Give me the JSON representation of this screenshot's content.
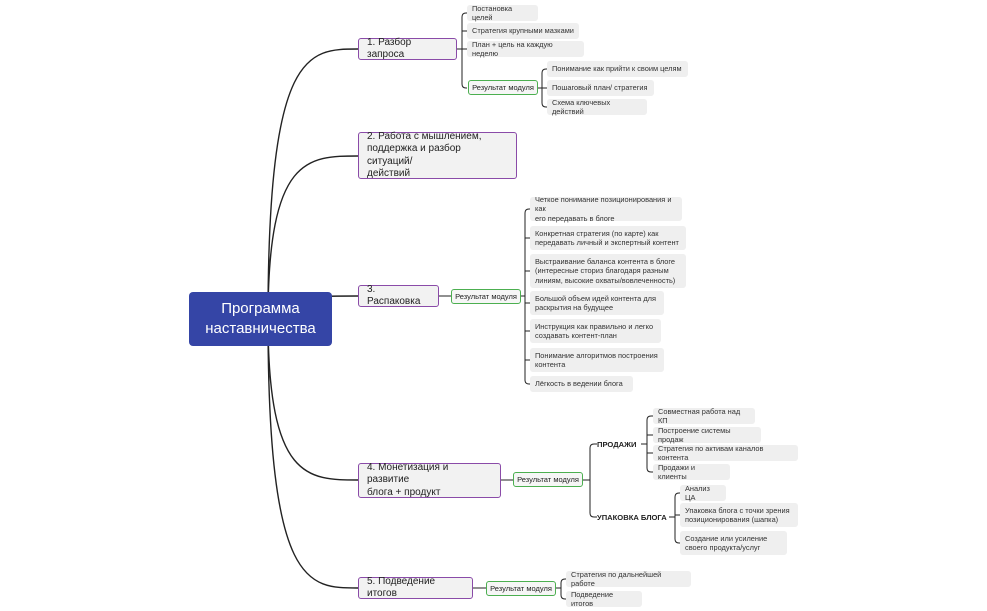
{
  "root": {
    "title": "Программа\nнаставничества"
  },
  "branches": [
    {
      "label": "1. Разбор запроса",
      "items": [
        "Постановка целей",
        "Стратегия крупными мазками",
        "План + цель на каждую неделю"
      ],
      "result": {
        "label": "Результат модуля",
        "items": [
          "Понимание как прийти к своим целям",
          "Пошаговый план/ стратегия",
          "Схема ключевых действий"
        ]
      }
    },
    {
      "label": "2. Работа с мышлением,\nподдержка и разбор ситуаций/\nдействий"
    },
    {
      "label": "3. Распаковка",
      "result": {
        "label": "Результат модуля",
        "items": [
          "Четкое понимание позиционирования и как\nего передавать в блоге",
          "Конкретная стратегия (по карте) как\nпередавать личный и экспертный контент",
          "Выстраивание баланса контента в блоге\n(интересные сториз благодаря разным\nлиниям, высокие охваты/вовлеченность)",
          "Большой объем идей контента для\nраскрытия на будущее",
          "Инструкция как правильно и легко\nсоздавать контент-план",
          "Понимание алгоритмов построения\nконтента",
          "Лёгкость в ведении блога"
        ]
      }
    },
    {
      "label": "4. Монетизация и развитие\nблога + продукт",
      "result": {
        "label": "Результат модуля",
        "groups": [
          {
            "label": "ПРОДАЖИ",
            "items": [
              "Совместная работа над КП",
              "Построение системы продаж",
              "Стратегия по активам каналов контента",
              "Продажи и клиенты"
            ]
          },
          {
            "label": "УПАКОВКА БЛОГА",
            "items": [
              "Анализ ЦА",
              "Упаковка блога с точки зрения\nпозиционирования (шапка)",
              "Создание или усиление\nсвоего продукта/услуг"
            ]
          }
        ]
      }
    },
    {
      "label": "5. Подведение итогов",
      "result": {
        "label": "Результат модуля",
        "items": [
          "Стратегия по дальнейшей работе",
          "Подведение итогов"
        ]
      }
    }
  ],
  "colors": {
    "root": "#3545a6",
    "branch_border": "#8a4ba8",
    "result_border": "#4caf50",
    "leaf_bg": "#efefef",
    "line": "#222222"
  }
}
